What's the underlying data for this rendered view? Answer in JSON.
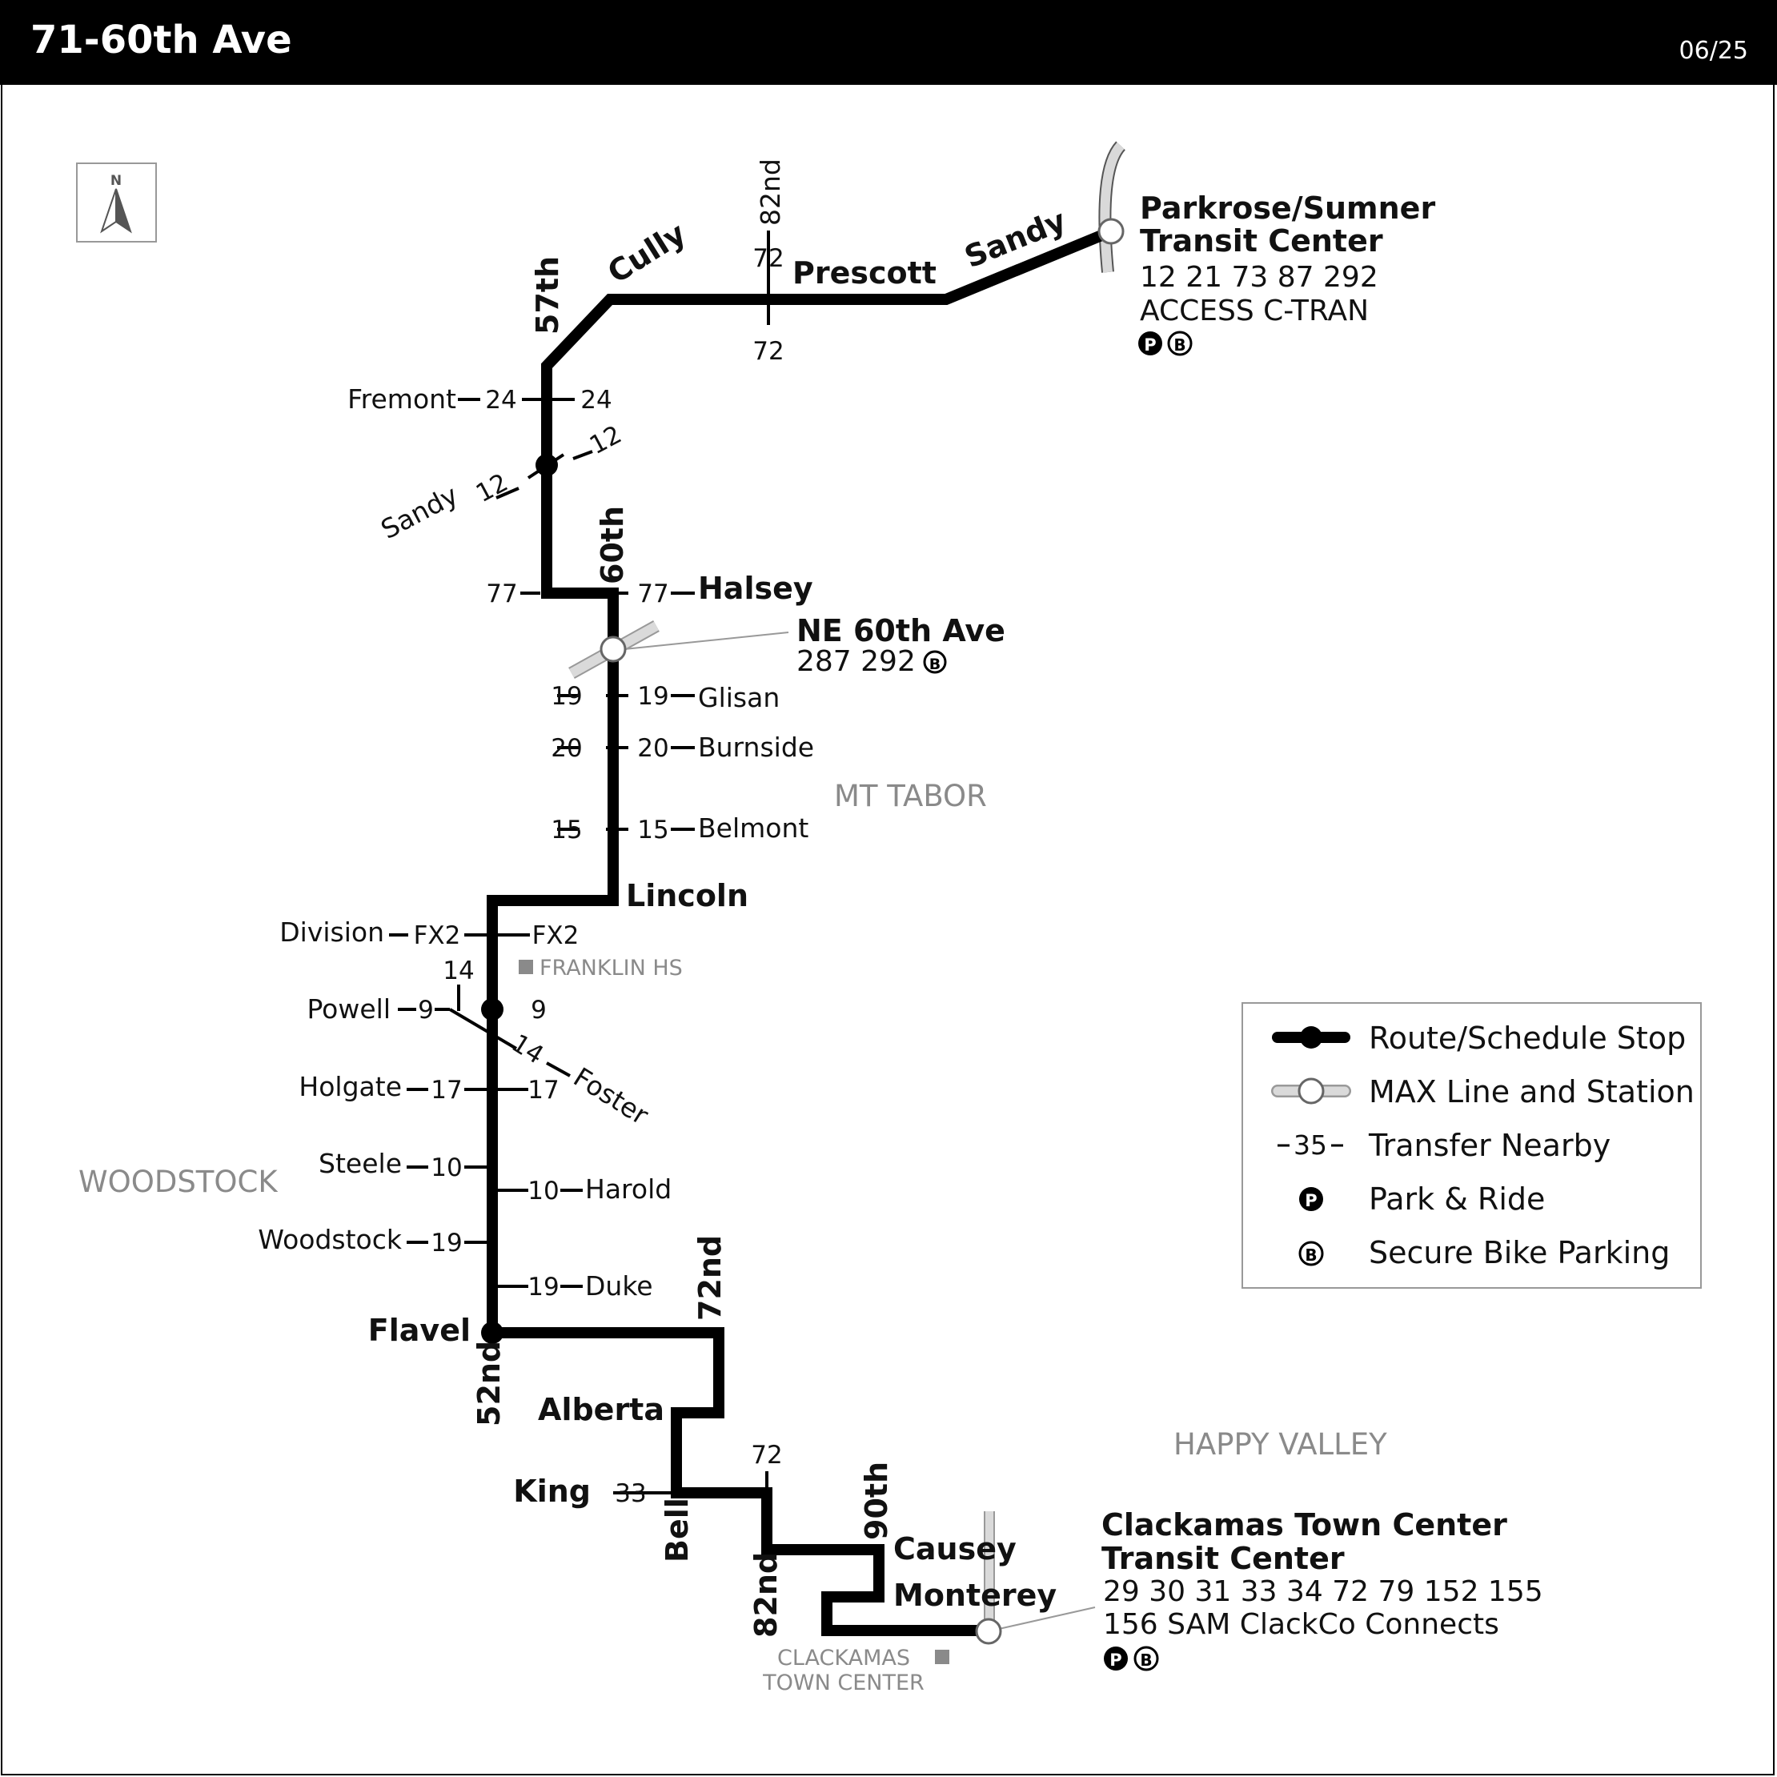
{
  "header": {
    "title": "71-60th Ave",
    "date": "06/25"
  },
  "compass": {
    "label": "N",
    "icon": "north-arrow-icon"
  },
  "areas": {
    "mt_tabor": "MT TABOR",
    "woodstock": "WOODSTOCK",
    "happy_valley": "HAPPY VALLEY"
  },
  "streets": {
    "57th": "57th",
    "cully": "Cully",
    "prescott": "Prescott",
    "sandy_ne": "Sandy",
    "82nd_n": "82nd",
    "fremont": "Fremont",
    "sandy": "Sandy",
    "60th": "60th",
    "halsey": "Halsey",
    "glisan": "Glisan",
    "burnside": "Burnside",
    "belmont": "Belmont",
    "lincoln": "Lincoln",
    "division": "Division",
    "powell": "Powell",
    "foster": "Foster",
    "holgate": "Holgate",
    "steele": "Steele",
    "harold": "Harold",
    "woodstock": "Woodstock",
    "duke": "Duke",
    "flavel": "Flavel",
    "52nd": "52nd",
    "72nd": "72nd",
    "alberta": "Alberta",
    "king": "King",
    "bell": "Bell",
    "82nd_s": "82nd",
    "90th": "90th",
    "causey": "Causey",
    "monterey": "Monterey"
  },
  "transfers": {
    "t72a": "72",
    "t72b": "72",
    "t24a": "24",
    "t24b": "24",
    "t12a": "12",
    "t12b": "12",
    "t77a": "77",
    "t77b": "77",
    "t19a": "19",
    "t19b": "19",
    "t20a": "20",
    "t20b": "20",
    "t15a": "15",
    "t15b": "15",
    "fx2a": "FX2",
    "fx2b": "FX2",
    "t14a": "14",
    "t14b": "14",
    "t9a": "9",
    "t9b": "9",
    "t17a": "17",
    "t17b": "17",
    "t10a": "10",
    "t10b": "10",
    "t19c": "19",
    "t19d": "19",
    "t72c": "72",
    "t33": "33"
  },
  "stations": {
    "parkrose": {
      "name1": "Parkrose/Sumner",
      "name2": "Transit Center",
      "routes": "12 21 73 87 292",
      "extra": "ACCESS C-TRAN",
      "amenities": [
        "park-and-ride-icon",
        "bike-parking-icon"
      ]
    },
    "ne60": {
      "name": "NE 60th Ave",
      "routes": "287 292",
      "amenities": [
        "bike-parking-icon"
      ]
    },
    "clackamas": {
      "name1": "Clackamas Town Center",
      "name2": "Transit Center",
      "routes": "29 30 31 33 34 72 79 152 155",
      "extra": "156 SAM ClackCo Connects",
      "amenities": [
        "park-and-ride-icon",
        "bike-parking-icon"
      ]
    }
  },
  "pois": {
    "franklin": "FRANKLIN HS",
    "ctc1": "CLACKAMAS",
    "ctc2": "TOWN CENTER"
  },
  "legend": {
    "items": [
      {
        "label": "Route/Schedule Stop",
        "icon": "route-stop-icon"
      },
      {
        "label": "MAX Line and Station",
        "icon": "max-station-icon"
      },
      {
        "label": "Transfer Nearby",
        "icon": "transfer-icon",
        "sample": "35"
      },
      {
        "label": "Park & Ride",
        "icon": "park-and-ride-icon"
      },
      {
        "label": "Secure Bike Parking",
        "icon": "bike-parking-icon"
      }
    ]
  },
  "icon_glyphs": {
    "park": "P",
    "bike": "B"
  },
  "colors": {
    "route": "#000000",
    "max_line": "#d4d4d4",
    "area_label": "#8a8a8a",
    "header_bg": "#000000"
  }
}
